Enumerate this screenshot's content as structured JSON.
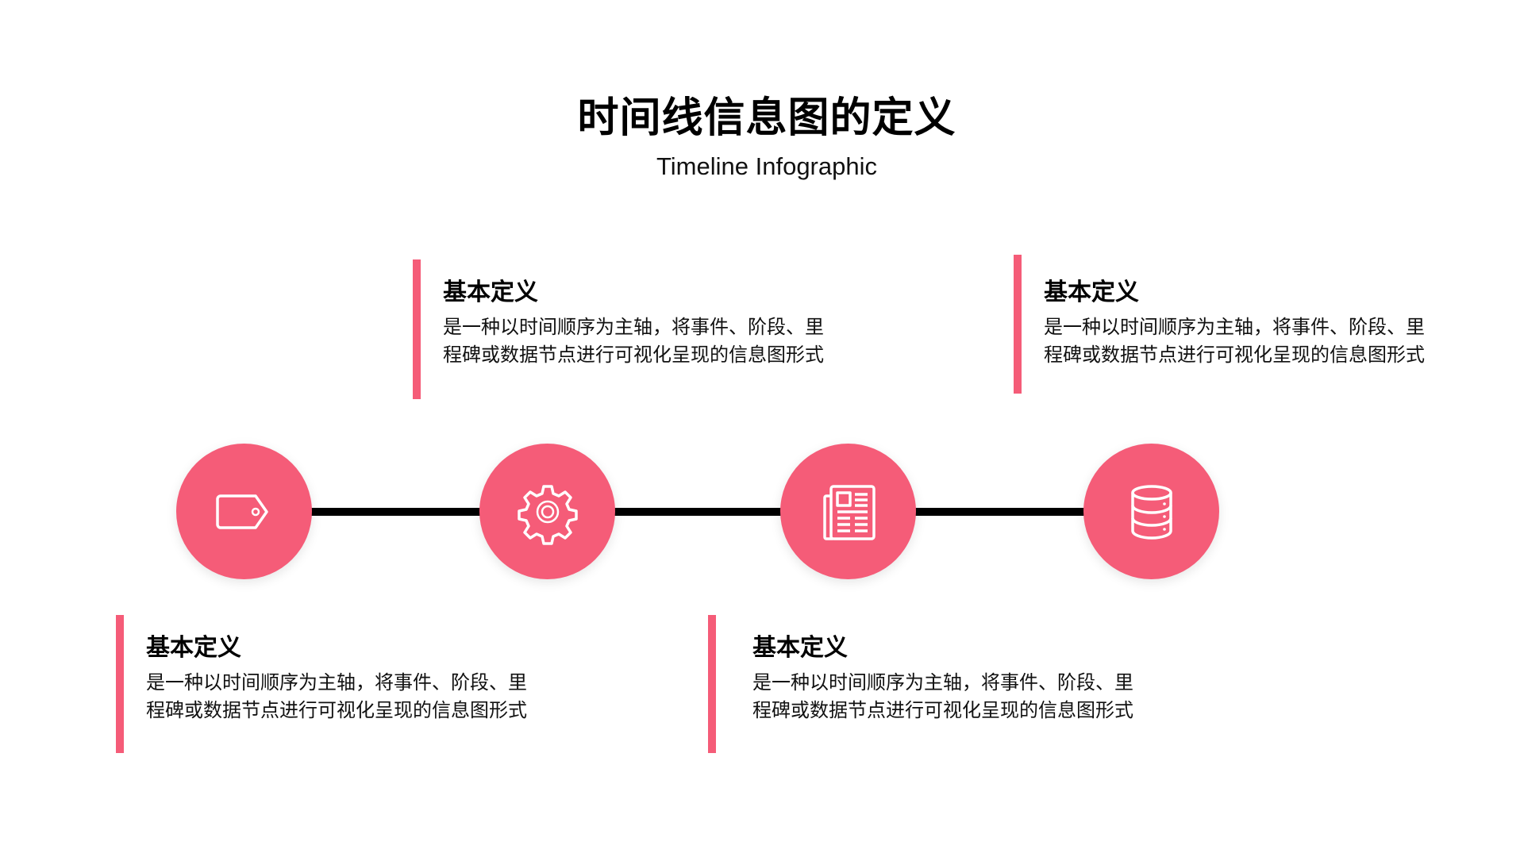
{
  "header": {
    "title": "时间线信息图的定义",
    "subtitle": "Timeline Infographic"
  },
  "colors": {
    "accent": "#F55C78",
    "line": "#000000",
    "text": "#111111"
  },
  "nodes": [
    {
      "icon": "tag-icon"
    },
    {
      "icon": "gear-icon"
    },
    {
      "icon": "newspaper-icon"
    },
    {
      "icon": "database-icon"
    }
  ],
  "cards": [
    {
      "position": "top",
      "heading": "基本定义",
      "body_line1": "是一种以时间顺序为主轴，将事件、阶段、里",
      "body_line2": "程碑或数据节点进行可视化呈现的信息图形式"
    },
    {
      "position": "top",
      "heading": "基本定义",
      "body_line1": "是一种以时间顺序为主轴，将事件、阶段、里",
      "body_line2": "程碑或数据节点进行可视化呈现的信息图形式"
    },
    {
      "position": "bottom",
      "heading": "基本定义",
      "body_line1": "是一种以时间顺序为主轴，将事件、阶段、里",
      "body_line2": "程碑或数据节点进行可视化呈现的信息图形式"
    },
    {
      "position": "bottom",
      "heading": "基本定义",
      "body_line1": "是一种以时间顺序为主轴，将事件、阶段、里",
      "body_line2": "程碑或数据节点进行可视化呈现的信息图形式"
    }
  ]
}
